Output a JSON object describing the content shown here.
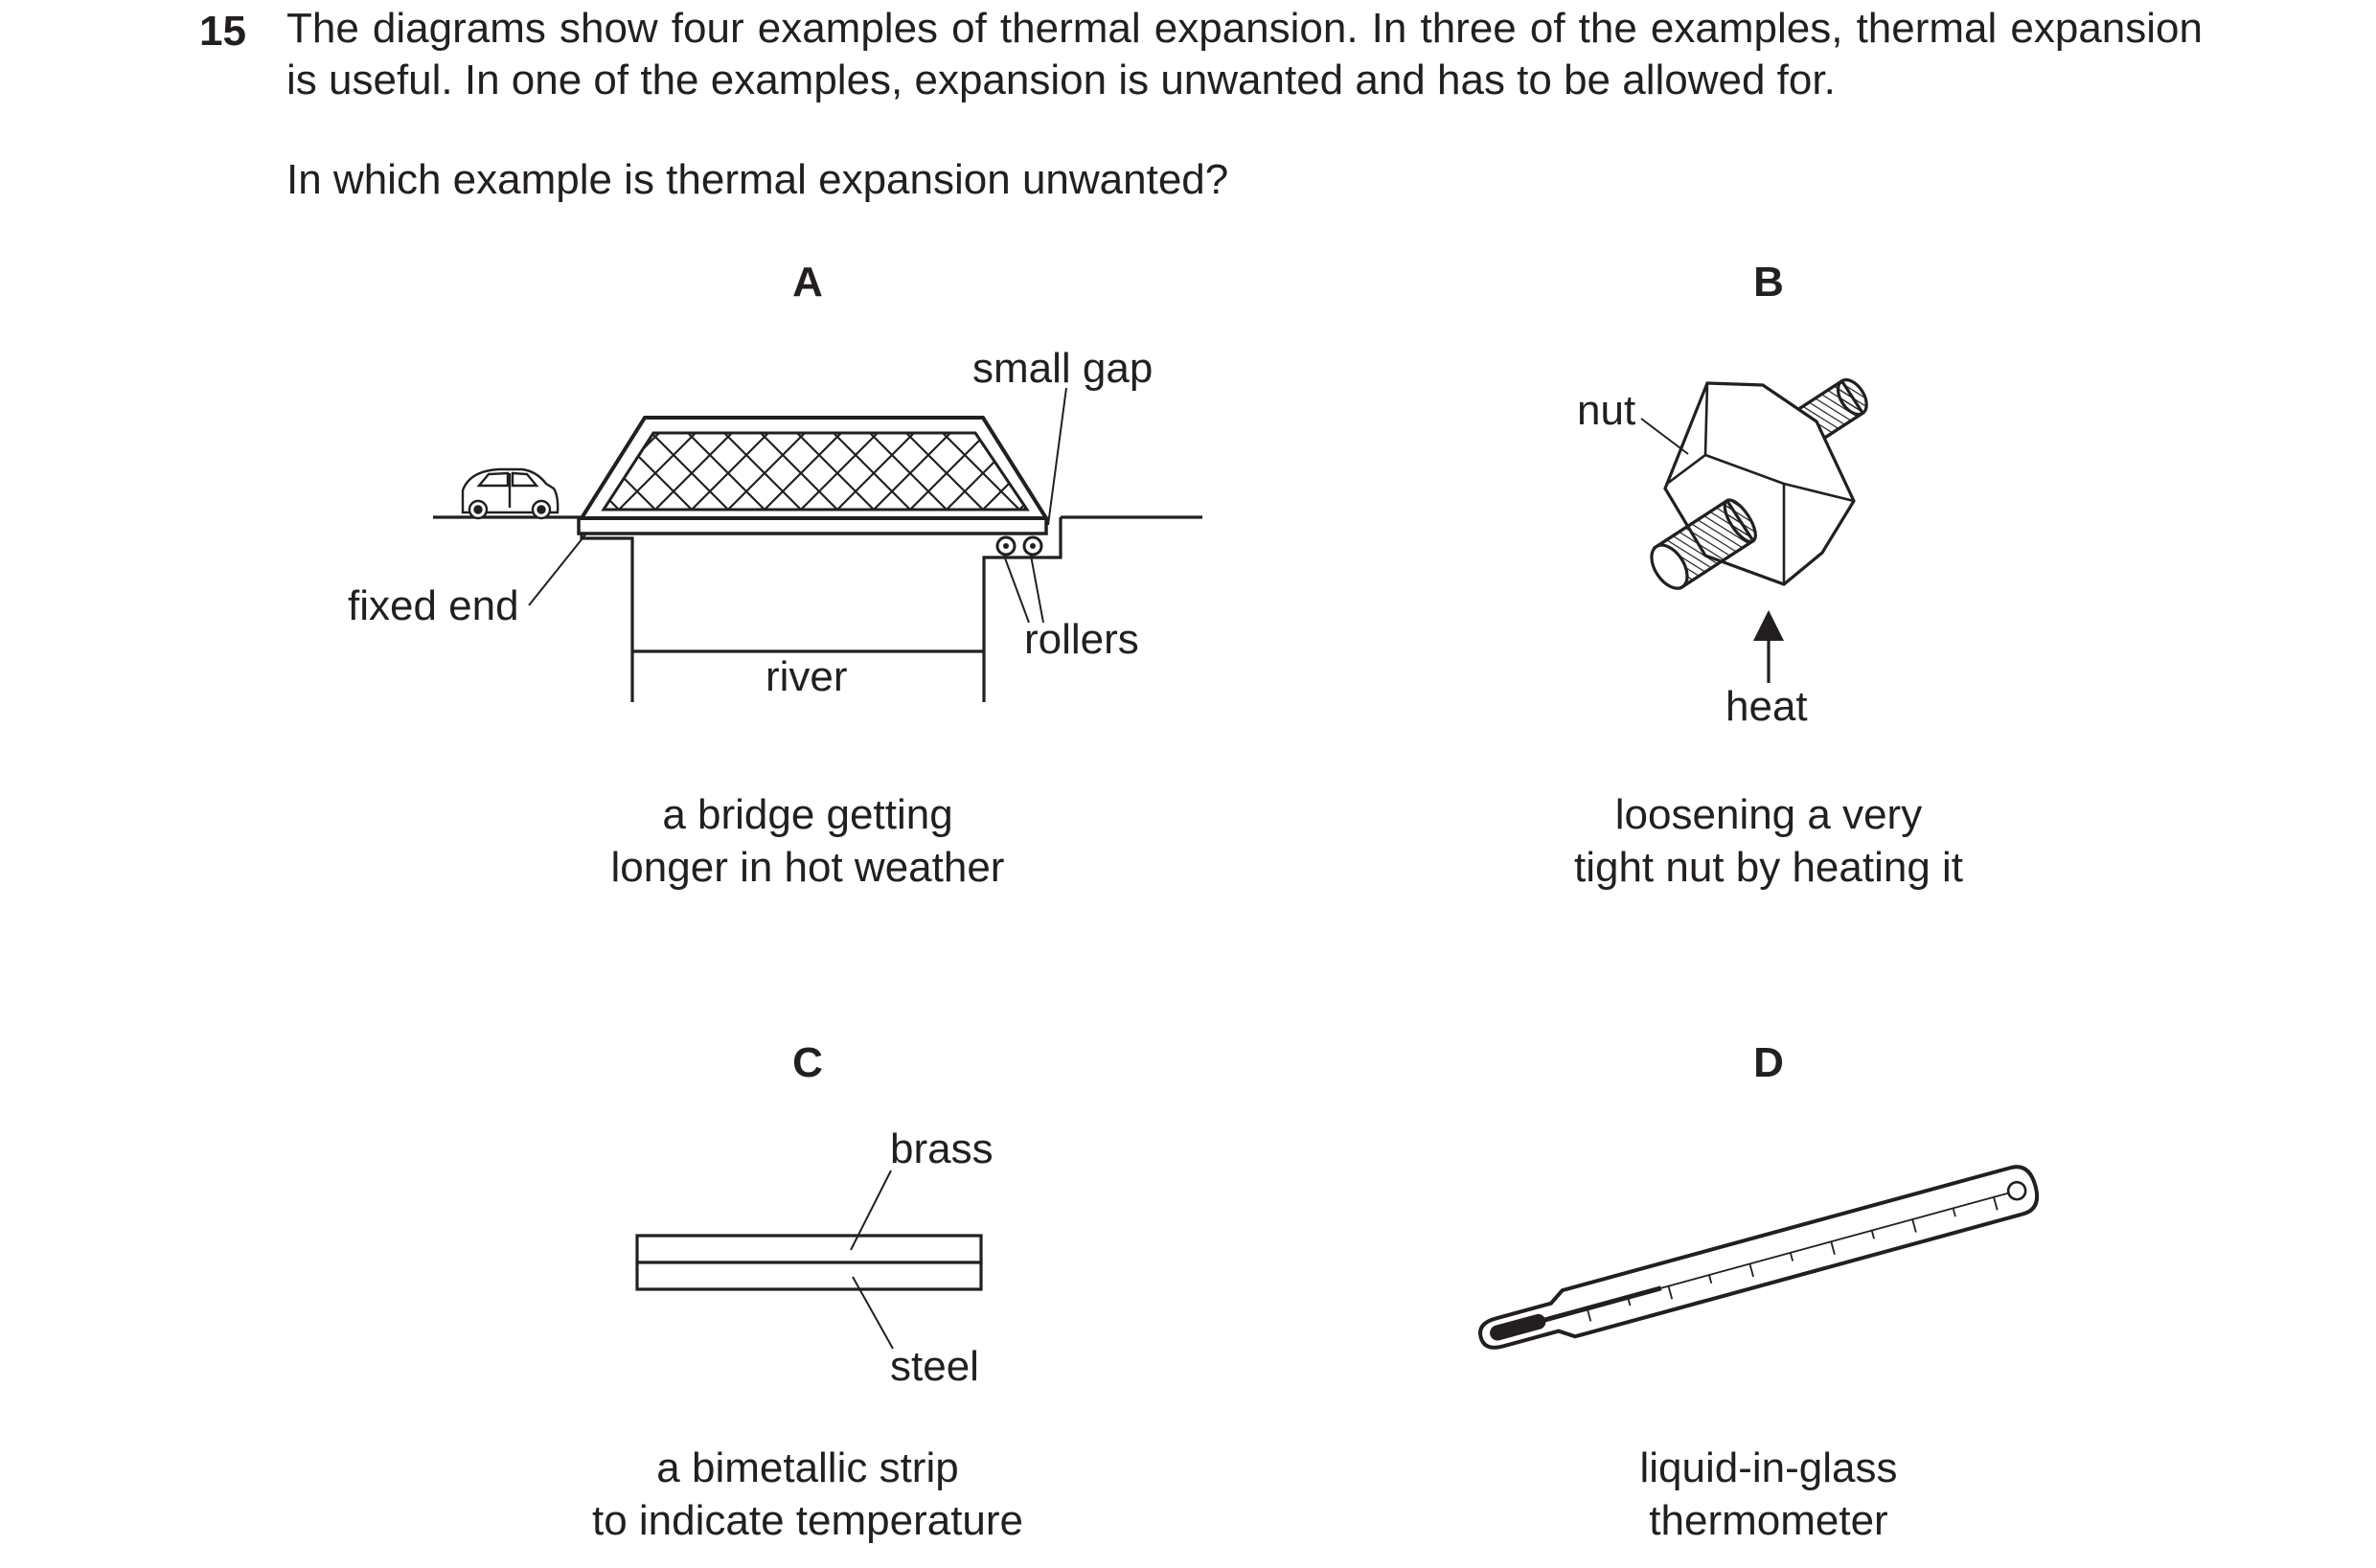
{
  "question": {
    "number": "15",
    "text": "The diagrams show four examples of thermal expansion. In three of the examples, thermal expansion is useful. In one of the examples, expansion is unwanted and has to be allowed for.",
    "prompt": "In which example is thermal expansion unwanted?"
  },
  "options": {
    "a": {
      "letter": "A",
      "caption_line1": "a bridge getting",
      "caption_line2": "longer in hot weather",
      "labels": {
        "small_gap": "small gap",
        "fixed_end": "fixed end",
        "river": "river",
        "rollers": "rollers"
      }
    },
    "b": {
      "letter": "B",
      "caption_line1": "loosening a very",
      "caption_line2": "tight nut by heating it",
      "labels": {
        "nut": "nut",
        "heat": "heat"
      }
    },
    "c": {
      "letter": "C",
      "caption_line1": "a bimetallic strip",
      "caption_line2": "to indicate temperature",
      "labels": {
        "brass": "brass",
        "steel": "steel"
      }
    },
    "d": {
      "letter": "D",
      "caption_line1": "liquid-in-glass",
      "caption_line2": "thermometer"
    }
  }
}
